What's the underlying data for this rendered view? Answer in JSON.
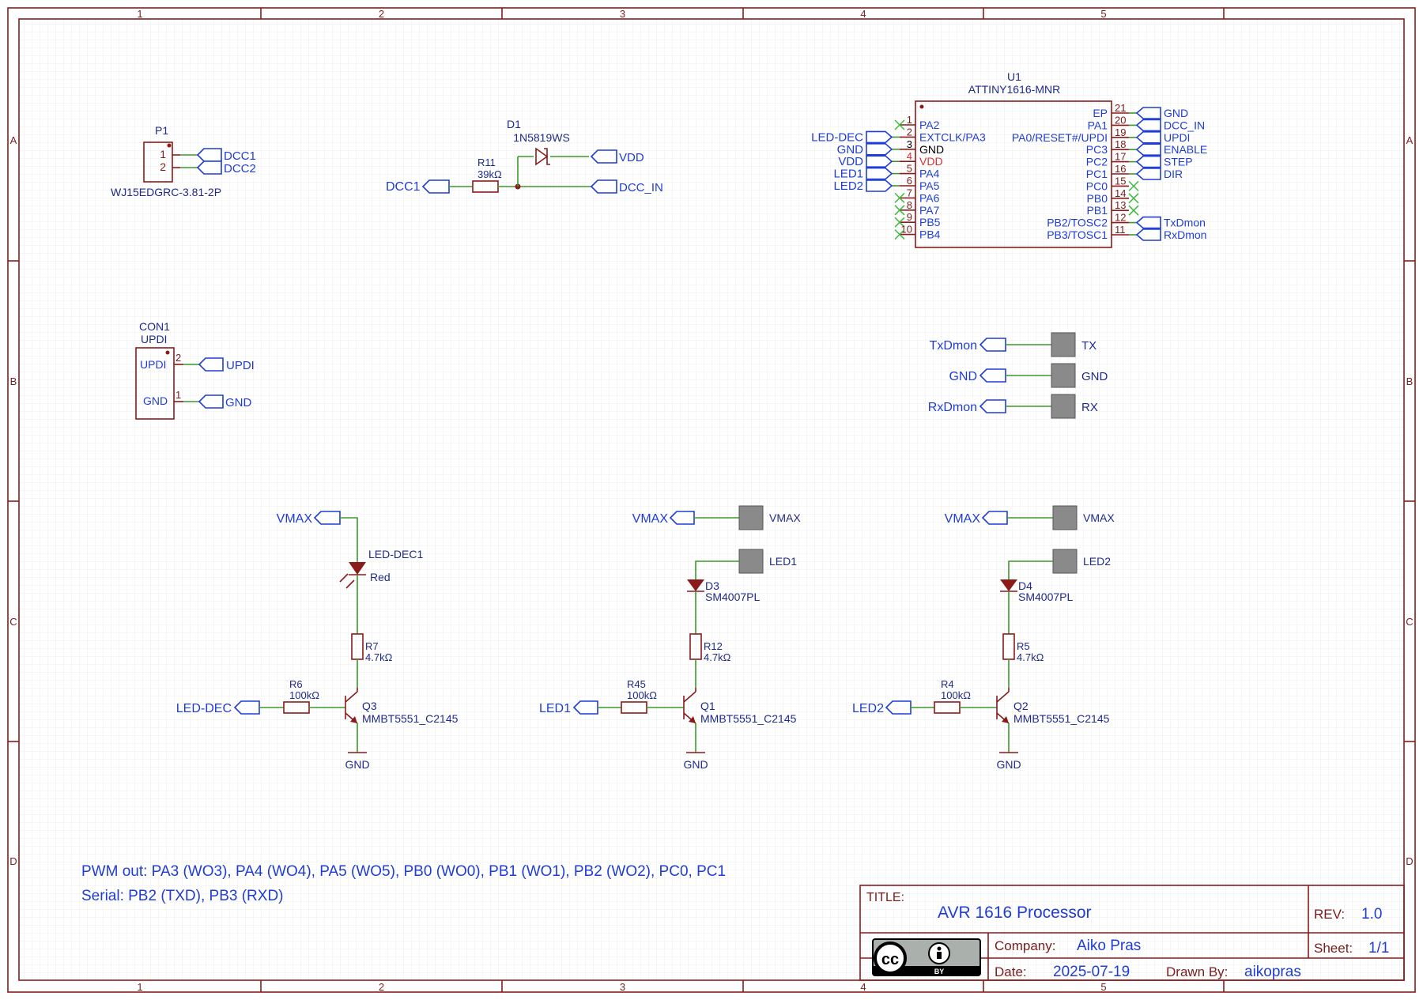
{
  "frame": {
    "columns": [
      "1",
      "2",
      "3",
      "4",
      "5"
    ],
    "rows": [
      "A",
      "B",
      "C",
      "D"
    ]
  },
  "title_block": {
    "title_label": "TITLE:",
    "title": "AVR 1616 Processor",
    "rev_label": "REV:",
    "rev": "1.0",
    "company_label": "Company:",
    "company": "Aiko Pras",
    "sheet_label": "Sheet:",
    "sheet": "1/1",
    "date_label": "Date:",
    "date": "2025-07-19",
    "drawn_label": "Drawn By:",
    "drawn_by": "aikopras",
    "license_badge": "cc-by-icon"
  },
  "notes": {
    "pwm": "PWM out: PA3 (WO3), PA4 (WO4), PA5 (WO5), PB0 (WO0), PB1 (WO1), PB2 (WO2), PC0, PC1",
    "serial": "Serial: PB2 (TXD), PB3 (RXD)"
  },
  "p1": {
    "ref": "P1",
    "value": "WJ15EDGRC-3.81-2P",
    "pins": [
      "1",
      "2"
    ],
    "nets": [
      "DCC1",
      "DCC2"
    ]
  },
  "d1": {
    "ref": "D1",
    "value": "1N5819WS",
    "r_ref": "R11",
    "r_value": "39kΩ",
    "in_net": "DCC1",
    "out_vdd": "VDD",
    "out_dcc": "DCC_IN"
  },
  "con1": {
    "ref": "CON1",
    "value": "UPDI",
    "pin_names": [
      "UPDI",
      "GND"
    ],
    "pins": [
      "2",
      "1"
    ],
    "nets": [
      "UPDI",
      "GND"
    ]
  },
  "u1": {
    "ref": "U1",
    "value": "ATTINY1616-MNR",
    "left_nums": [
      "1",
      "2",
      "3",
      "4",
      "5",
      "6",
      "7",
      "8",
      "9",
      "10"
    ],
    "left_names": [
      "PA2",
      "EXTCLK/PA3",
      "GND",
      "VDD",
      "PA4",
      "PA5",
      "PA6",
      "PA7",
      "PB5",
      "PB4"
    ],
    "left_nets": [
      "",
      "LED-DEC",
      "GND",
      "VDD",
      "LED1",
      "LED2",
      "",
      "",
      "",
      ""
    ],
    "right_nums": [
      "21",
      "20",
      "19",
      "18",
      "17",
      "16",
      "15",
      "14",
      "13",
      "12",
      "11"
    ],
    "right_names": [
      "EP",
      "PA1",
      "PA0/RESET#/UPDI",
      "PC3",
      "PC2",
      "PC1",
      "PC0",
      "PB0",
      "PB1",
      "PB2/TOSC2",
      "PB3/TOSC1"
    ],
    "right_nets": [
      "GND",
      "DCC_IN",
      "UPDI",
      "ENABLE",
      "STEP",
      "DIR",
      "",
      "",
      "",
      "TxDmon",
      "RxDmon"
    ]
  },
  "serial_pads": {
    "nets": [
      "TxDmon",
      "GND",
      "RxDmon"
    ],
    "pads": [
      "TX",
      "GND",
      "RX"
    ]
  },
  "driver_dec": {
    "vmax": "VMAX",
    "led_ref": "LED-DEC1",
    "led_value": "Red",
    "r_ref": "R7",
    "r_value": "4.7kΩ",
    "rb_ref": "R6",
    "rb_value": "100kΩ",
    "input": "LED-DEC",
    "q_ref": "Q3",
    "q_value": "MMBT5551_C2145",
    "gnd": "GND"
  },
  "driver_led1": {
    "vmax": "VMAX",
    "vmax_pad": "VMAX",
    "led_pad": "LED1",
    "d_ref": "D3",
    "d_value": "SM4007PL",
    "r_ref": "R12",
    "r_value": "4.7kΩ",
    "rb_ref": "R45",
    "rb_value": "100kΩ",
    "input": "LED1",
    "q_ref": "Q1",
    "q_value": "MMBT5551_C2145",
    "gnd": "GND"
  },
  "driver_led2": {
    "vmax": "VMAX",
    "vmax_pad": "VMAX",
    "led_pad": "LED2",
    "d_ref": "D4",
    "d_value": "SM4007PL",
    "r_ref": "R5",
    "r_value": "4.7kΩ",
    "rb_ref": "R4",
    "rb_value": "100kΩ",
    "input": "LED2",
    "q_ref": "Q2",
    "q_value": "MMBT5551_C2145",
    "gnd": "GND"
  }
}
